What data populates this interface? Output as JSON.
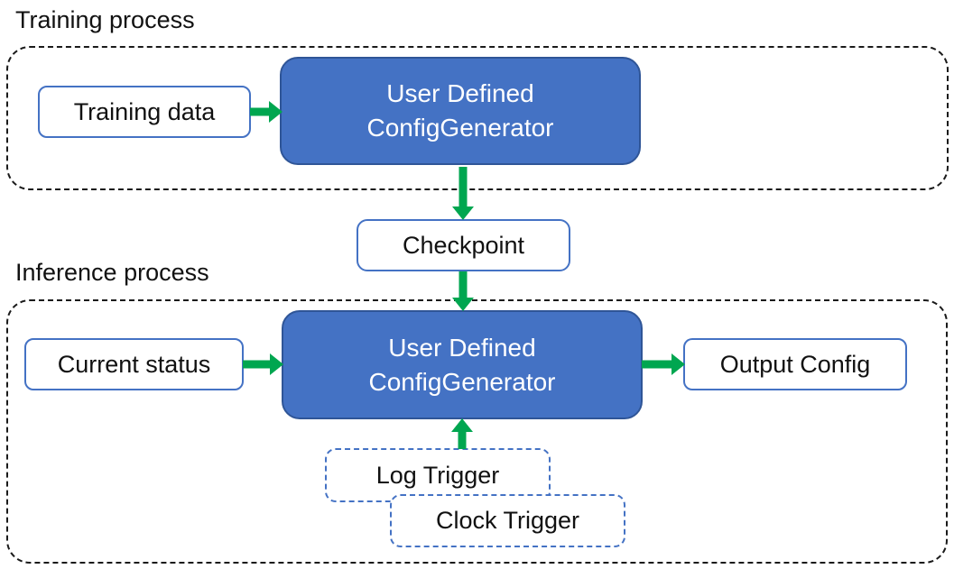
{
  "colors": {
    "node_fill": "#4472C4",
    "node_border": "#2F5597",
    "outline_border": "#4472C4",
    "arrow_green": "#00A650",
    "container_dash": "#1a1a1a",
    "text_dark": "#111111",
    "text_light": "#ffffff"
  },
  "training_section": {
    "label": "Training process",
    "training_data": "Training data",
    "generator": {
      "line1": "User Defined",
      "line2": "ConfigGenerator"
    }
  },
  "checkpoint": {
    "label": "Checkpoint"
  },
  "inference_section": {
    "label": "Inference process",
    "current_status": "Current status",
    "generator": {
      "line1": "User Defined",
      "line2": "ConfigGenerator"
    },
    "output_config": "Output Config",
    "log_trigger": "Log Trigger",
    "clock_trigger": "Clock Trigger"
  }
}
